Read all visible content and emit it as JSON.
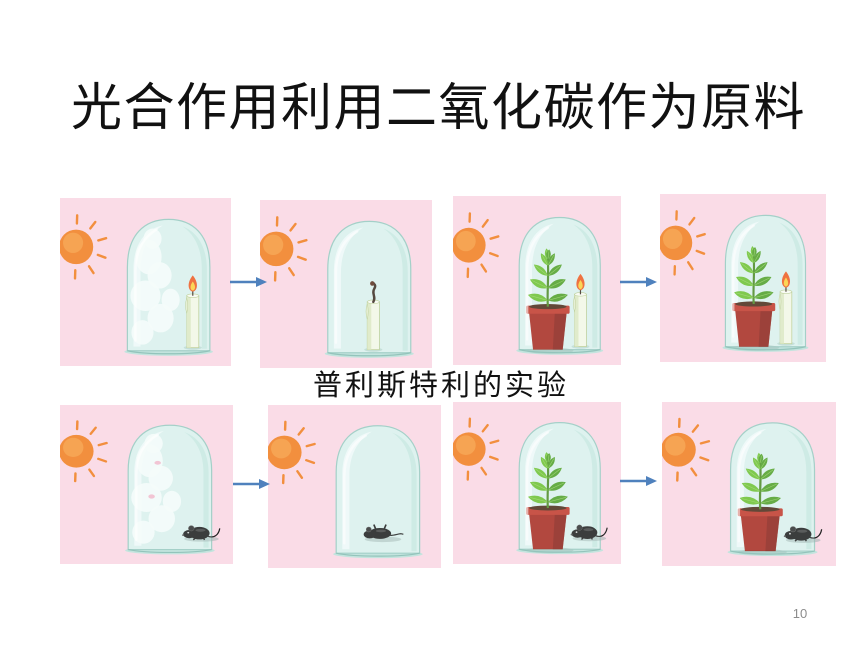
{
  "slide": {
    "title": "光合作用利用二氧化碳作为原料",
    "subtitle": "普利斯特利的实验",
    "page_number": "10"
  },
  "colors": {
    "panel_bg": "#fadce7",
    "sun": "#f28f3e",
    "sun_light": "#f8ad5c",
    "arrow": "#4f81bd",
    "jar": "#dcf2ee",
    "pot": "#a8291f",
    "leaf": "#6cc131",
    "leaf_dark": "#4f9f27"
  },
  "panels": [
    {
      "items": [
        "sun-icon",
        "bell-jar-icon",
        "smoke-icon",
        "candle-lit-icon"
      ]
    },
    {
      "items": [
        "sun-icon",
        "bell-jar-icon",
        "candle-out-icon"
      ]
    },
    {
      "items": [
        "sun-icon",
        "bell-jar-icon",
        "potted-plant-icon",
        "candle-lit-icon"
      ]
    },
    {
      "items": [
        "sun-icon",
        "bell-jar-icon",
        "potted-plant-icon",
        "candle-lit-icon"
      ]
    },
    {
      "items": [
        "sun-icon",
        "bell-jar-icon",
        "smoke-icon",
        "mouse-alive-icon"
      ]
    },
    {
      "items": [
        "sun-icon",
        "bell-jar-icon",
        "mouse-dead-icon"
      ]
    },
    {
      "items": [
        "sun-icon",
        "bell-jar-icon",
        "potted-plant-icon",
        "mouse-alive-icon"
      ]
    },
    {
      "items": [
        "sun-icon",
        "bell-jar-icon",
        "potted-plant-icon",
        "mouse-alive-icon"
      ]
    }
  ],
  "arrows": [
    "arrow-right-icon",
    "arrow-right-icon",
    "arrow-right-icon",
    "arrow-right-icon"
  ]
}
